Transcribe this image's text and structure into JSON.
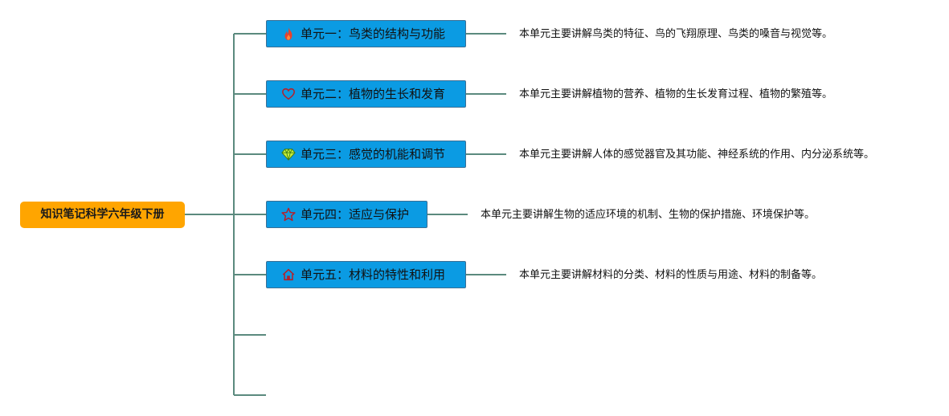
{
  "root": {
    "label": "知识笔记科学六年级下册"
  },
  "units": [
    {
      "label": "单元一：鸟类的结构与功能",
      "icon": "fire-icon",
      "description": "本单元主要讲解鸟类的特征、鸟的飞翔原理、鸟类的嗓音与视觉等。"
    },
    {
      "label": "单元二：植物的生长和发育",
      "icon": "heart-icon",
      "description": "本单元主要讲解植物的营养、植物的生长发育过程、植物的繁殖等。"
    },
    {
      "label": "单元三：感觉的机能和调节",
      "icon": "diamond-icon",
      "description": "本单元主要讲解人体的感觉器官及其功能、神经系统的作用、内分泌系统等。"
    },
    {
      "label": "单元四：适应与保护",
      "icon": "star-icon",
      "description": "本单元主要讲解生物的适应环境的机制、生物的保护措施、环境保护等。"
    },
    {
      "label": "单元五：材料的特性和利用",
      "icon": "home-icon",
      "description": "本单元主要讲解材料的分类、材料的性质与用途、材料的制备等。"
    }
  ],
  "colors": {
    "root_fill": "#ffa500",
    "unit_fill": "#0b9be3",
    "connector": "#5b8a7e"
  }
}
